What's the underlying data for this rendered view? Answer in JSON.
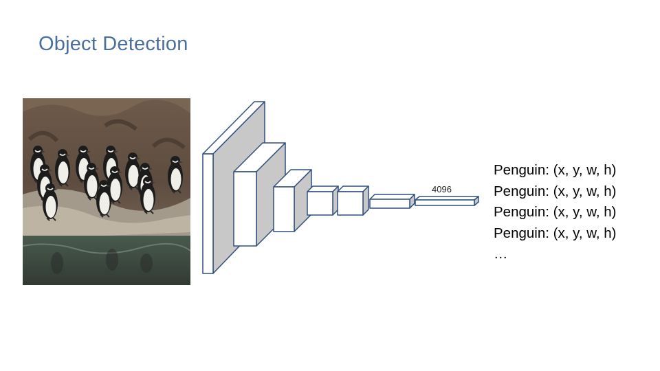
{
  "slide": {
    "title": "Object Detection"
  },
  "image": {
    "depicts": "penguin-group-photo"
  },
  "network": {
    "fc_size_label": "4096"
  },
  "outputs": {
    "lines": [
      "Penguin: (x, y, w, h)",
      "Penguin: (x, y, w, h)",
      "Penguin: (x, y, w, h)",
      "Penguin: (x, y, w, h)",
      "…"
    ]
  },
  "colors": {
    "title": "#4a6f9c",
    "box_stroke": "#2f4f80",
    "box_side": "#c8c8c8"
  }
}
